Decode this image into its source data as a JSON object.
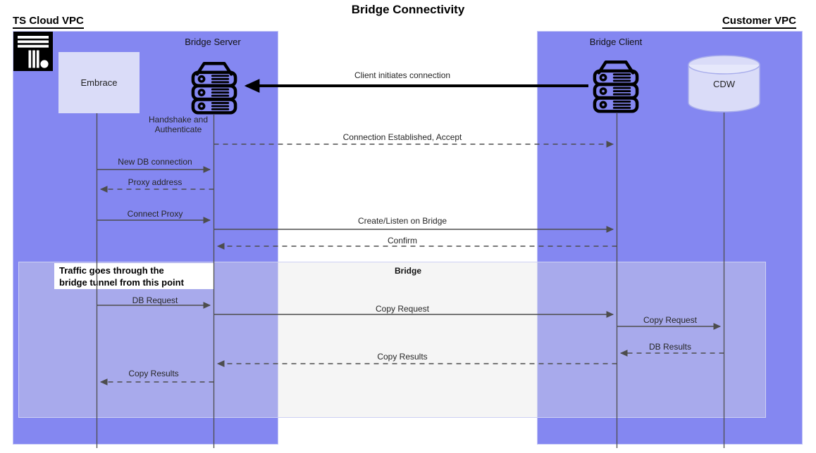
{
  "title": "Bridge Connectivity",
  "zones": {
    "left": {
      "label": "TS Cloud VPC"
    },
    "right": {
      "label": "Customer VPC"
    }
  },
  "nodes": {
    "embrace": {
      "label": "Embrace"
    },
    "bridge_server": {
      "label": "Bridge Server",
      "sub_label": "Handshake and\nAuthenticate"
    },
    "bridge_client": {
      "label": "Bridge Client"
    },
    "cdw": {
      "label": "CDW"
    }
  },
  "bridge_box": {
    "label": "Bridge"
  },
  "note": {
    "text": "Traffic goes through the\nbridge tunnel from this point"
  },
  "messages": [
    {
      "label": "Client initiates connection",
      "from": "bridge_client",
      "to": "bridge_server",
      "style": "solid-thick"
    },
    {
      "label": "Connection Established, Accept",
      "from": "bridge_server",
      "to": "bridge_client",
      "style": "dashed"
    },
    {
      "label": "New DB connection",
      "from": "embrace",
      "to": "bridge_server",
      "style": "solid"
    },
    {
      "label": "Proxy address",
      "from": "bridge_server",
      "to": "embrace",
      "style": "dashed"
    },
    {
      "label": "Connect Proxy",
      "from": "embrace",
      "to": "bridge_server",
      "style": "solid"
    },
    {
      "label": "Create/Listen on Bridge",
      "from": "bridge_server",
      "to": "bridge_client",
      "style": "solid"
    },
    {
      "label": "Confirm",
      "from": "bridge_client",
      "to": "bridge_server",
      "style": "dashed"
    },
    {
      "label": "DB Request",
      "from": "embrace",
      "to": "bridge_server",
      "style": "solid"
    },
    {
      "label": "Copy Request",
      "from": "bridge_server",
      "to": "bridge_client",
      "style": "solid"
    },
    {
      "label": "Copy Request",
      "from": "bridge_client",
      "to": "cdw",
      "style": "solid"
    },
    {
      "label": "DB Results",
      "from": "cdw",
      "to": "bridge_client",
      "style": "dashed"
    },
    {
      "label": "Copy Results",
      "from": "bridge_client",
      "to": "bridge_server",
      "style": "dashed"
    },
    {
      "label": "Copy Results",
      "from": "bridge_server",
      "to": "embrace",
      "style": "dashed"
    }
  ],
  "colors": {
    "zone_fill": "#8487f1",
    "node_fill": "#dadcf8",
    "bridge_overlay": "#f2f2f2",
    "line": "#4d4d4d",
    "thick_arrow": "#000000"
  }
}
